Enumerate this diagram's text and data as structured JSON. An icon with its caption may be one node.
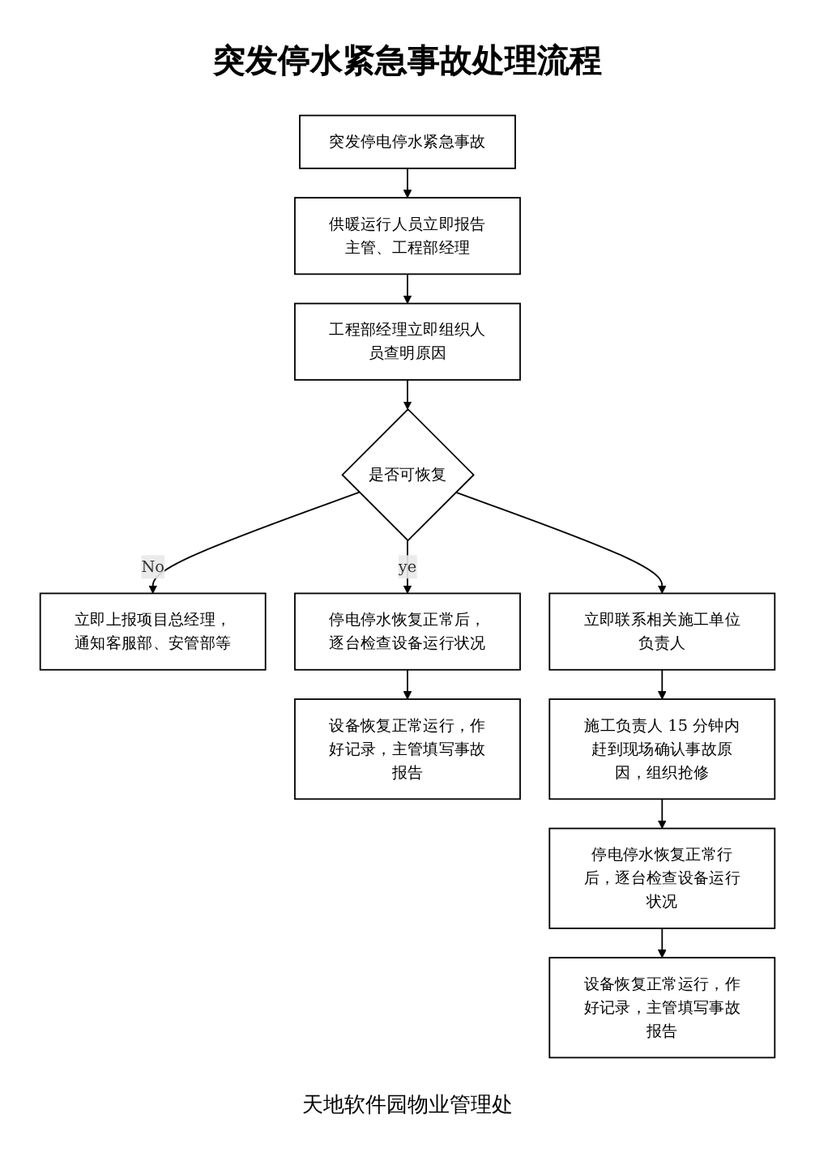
{
  "diagram": {
    "title": "突发停水紧急事故处理流程",
    "caption": "天地软件园物业管理处",
    "nodes": [
      {
        "text": [
          "突发停电停水紧急事故"
        ]
      },
      {
        "text": [
          "供暖运行人员立即报告主管、工程部经理"
        ]
      },
      {
        "text": [
          "工程部经理立即组织人员查明原因"
        ]
      },
      {
        "text": [
          "立即上报项目总经理，通知客服部、安管部等"
        ]
      },
      {
        "text": [
          "是否可恢复"
        ]
      },
      {
        "text": [
          "停电停水恢复正常后，逐台检查设备运行状况"
        ]
      },
      {
        "text": [
          "立即联系相关施工单位负责人"
        ]
      },
      {
        "text": [
          "设备恢复正常运行，作好记录，主管填写事故报告"
        ]
      },
      {
        "text": [
          "施工负责人 15 分钟内赶到现场确认事故原因，组织抢修"
        ]
      },
      {
        "text": [
          "停电停水恢复正常行后，逐台检查设备运行状况"
        ]
      },
      {
        "text": [
          "设备恢复正常运行，作好记录，主管填写事故报告"
        ]
      }
    ],
    "edges": [
      {
        "from": 0,
        "to": 1,
        "arrow": "to"
      },
      {
        "from": 1,
        "to": 2,
        "arrow": "to"
      },
      {
        "from": 2,
        "to": 4,
        "arrow": "to"
      },
      {
        "from": 4,
        "to": 3,
        "arrow": "to",
        "label": "No"
      },
      {
        "from": 4,
        "to": 6,
        "arrow": "to"
      },
      {
        "from": 4,
        "to": 5,
        "arrow": "to",
        "label": "ye"
      },
      {
        "from": 5,
        "to": 7,
        "arrow": "to"
      },
      {
        "from": 6,
        "to": 8,
        "arrow": "to"
      },
      {
        "from": 8,
        "to": 9,
        "arrow": "to"
      },
      {
        "from": 9,
        "to": 10,
        "arrow": "to"
      }
    ]
  }
}
